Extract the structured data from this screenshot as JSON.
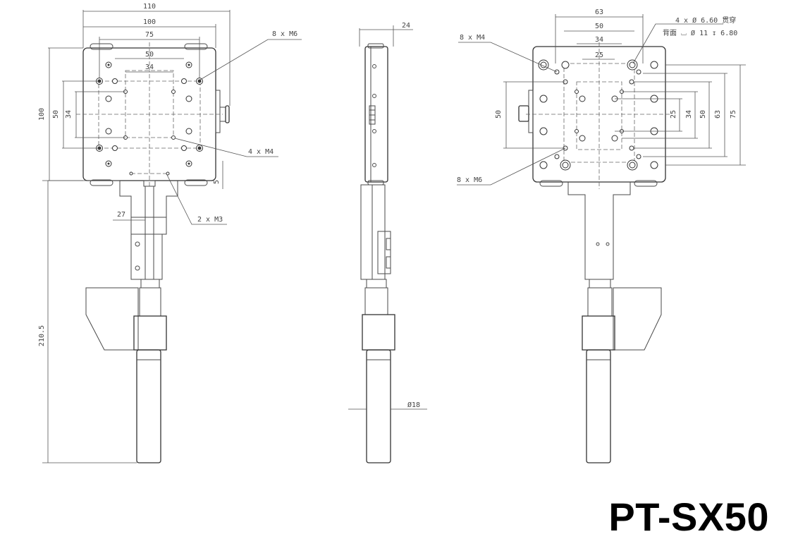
{
  "title": "PT-SX50",
  "colors": {
    "line": "#4a4a4a",
    "text": "#444444",
    "title": "#000000"
  },
  "front_view": {
    "dims": {
      "w110": "110",
      "w100": "100",
      "w75": "75",
      "w50": "50",
      "w34": "34",
      "h100": "100",
      "h50": "50",
      "h34": "34",
      "v5": "5",
      "v27": "27",
      "h210": "210.5"
    },
    "callouts": {
      "m6": "8 x M6",
      "m4": "4 x M4",
      "m3": "2 x M3"
    }
  },
  "side_view": {
    "dims": {
      "d24": "24",
      "dia18": "Ø18"
    }
  },
  "bottom_view": {
    "dims": {
      "w63": "63",
      "w50": "50",
      "w34": "34",
      "w25": "25",
      "h50": "50",
      "h25": "25",
      "h34": "34",
      "h50b": "50",
      "h63": "63",
      "h75": "75"
    },
    "callouts": {
      "m4": "8 x M4",
      "m6": "8 x M6",
      "through": "4 x Ø 6.60 贯穿",
      "counterbore": "背面 ⌴ Ø 11 ↧ 6.80"
    }
  }
}
